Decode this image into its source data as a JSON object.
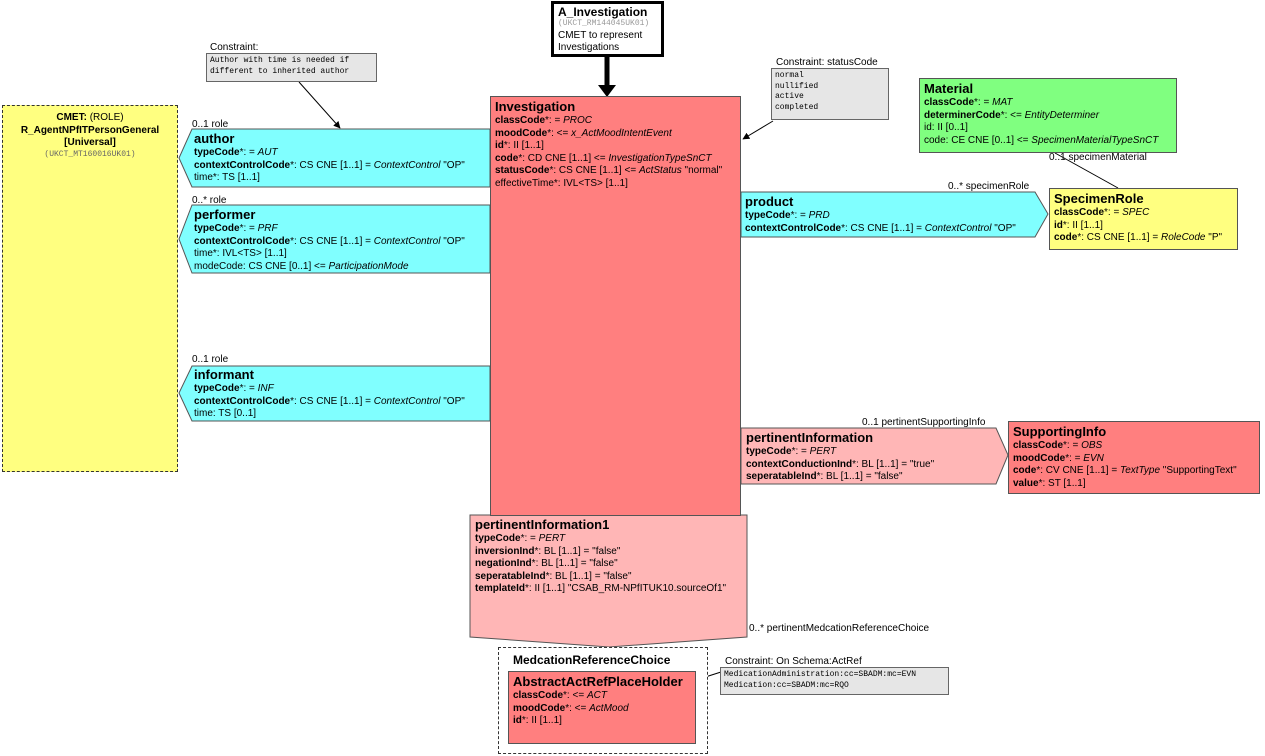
{
  "entry": {
    "name": "A_Investigation",
    "id": "(UKCT_RM144045UK01)",
    "desc1": "CMET to represent",
    "desc2": "Investigations"
  },
  "cmet": {
    "line1_bold": "CMET:",
    "line1_rest": " (ROLE)",
    "line2": "R_AgentNPfITPersonGeneral",
    "line3": "[Universal]",
    "id": "(UKCT_MT160016UK01)"
  },
  "constraint_author": {
    "label": "Constraint:",
    "lines": [
      "Author with time is needed if",
      "different to inherited author"
    ]
  },
  "constraint_status": {
    "label": "Constraint: statusCode",
    "lines": [
      "normal",
      "nullified",
      "active",
      "completed"
    ]
  },
  "constraint_actref": {
    "label": "Constraint: On Schema:ActRef",
    "lines": [
      "MedicationAdministration:cc=SBADM:mc=EVN",
      "Medication:cc=SBADM:mc=RQO"
    ]
  },
  "investigation": {
    "title": "Investigation",
    "attrs": [
      {
        "name": "classCode",
        "rest": "*: = ",
        "val": "PROC"
      },
      {
        "name": "moodCode",
        "rest": "*: <= ",
        "val": "x_ActMoodIntentEvent"
      },
      {
        "name": "id",
        "rest": "*: II [1..1]",
        "val": ""
      },
      {
        "name": "code",
        "rest": "*: CD CNE [1..1] <= ",
        "val": "InvestigationTypeSnCT"
      },
      {
        "name": "statusCode",
        "rest": "*: CS CNE [1..1] <= ",
        "val": "ActStatus",
        "tail": " \"normal\""
      },
      {
        "name": "",
        "rest": "effectiveTime*: IVL<TS> [1..1]",
        "val": ""
      }
    ]
  },
  "author": {
    "title": "author",
    "card": "0..1 role",
    "attrs": [
      {
        "name": "typeCode",
        "rest": "*: = ",
        "val": "AUT"
      },
      {
        "name": "contextControlCode",
        "rest": "*: CS CNE [1..1] = ",
        "val": "ContextControl",
        "tail": " \"OP\""
      },
      {
        "name": "",
        "rest": "time*: TS [1..1]",
        "val": ""
      }
    ]
  },
  "performer": {
    "title": "performer",
    "card": "0..* role",
    "attrs": [
      {
        "name": "typeCode",
        "rest": "*: = ",
        "val": "PRF"
      },
      {
        "name": "contextControlCode",
        "rest": "*: CS CNE [1..1] = ",
        "val": "ContextControl",
        "tail": " \"OP\""
      },
      {
        "name": "",
        "rest": "time*: IVL<TS> [1..1]",
        "val": ""
      },
      {
        "name": "",
        "rest": "modeCode: CS CNE [0..1] <= ",
        "val": "ParticipationMode"
      }
    ]
  },
  "informant": {
    "title": "informant",
    "card": "0..1 role",
    "attrs": [
      {
        "name": "typeCode",
        "rest": "*: = ",
        "val": "INF"
      },
      {
        "name": "contextControlCode",
        "rest": "*: CS CNE [1..1] = ",
        "val": "ContextControl",
        "tail": " \"OP\""
      },
      {
        "name": "",
        "rest": "time: TS [0..1]",
        "val": ""
      }
    ]
  },
  "product": {
    "title": "product",
    "card": "0..* specimenRole",
    "attrs": [
      {
        "name": "typeCode",
        "rest": "*: = ",
        "val": "PRD"
      },
      {
        "name": "contextControlCode",
        "rest": "*: CS CNE [1..1] = ",
        "val": "ContextControl",
        "tail": " \"OP\""
      }
    ]
  },
  "specimenRole": {
    "title": "SpecimenRole",
    "attrs": [
      {
        "name": "classCode",
        "rest": "*: = ",
        "val": "SPEC"
      },
      {
        "name": "id",
        "rest": "*: II [1..1]",
        "val": ""
      },
      {
        "name": "code",
        "rest": "*: CS CNE [1..1] = ",
        "val": "RoleCode",
        "tail": " \"P\""
      }
    ]
  },
  "material": {
    "title": "Material",
    "card": "0..1 specimenMaterial",
    "attrs": [
      {
        "name": "classCode",
        "rest": "*: = ",
        "val": "MAT"
      },
      {
        "name": "determinerCode",
        "rest": "*: <= ",
        "val": "EntityDeterminer"
      },
      {
        "name": "",
        "rest": "id: II [0..1]",
        "val": ""
      },
      {
        "name": "",
        "rest": "code: CE CNE [0..1] <= ",
        "val": "SpecimenMaterialTypeSnCT"
      }
    ]
  },
  "pertinentInformation": {
    "title": "pertinentInformation",
    "card": "0..1 pertinentSupportingInfo",
    "attrs": [
      {
        "name": "typeCode",
        "rest": "*: = ",
        "val": "PERT"
      },
      {
        "name": "contextConductionInd",
        "rest": "*: BL [1..1] = \"true\"",
        "val": ""
      },
      {
        "name": "seperatableInd",
        "rest": "*: BL [1..1] = \"false\"",
        "val": ""
      }
    ]
  },
  "supportingInfo": {
    "title": "SupportingInfo",
    "attrs": [
      {
        "name": "classCode",
        "rest": "*: = ",
        "val": "OBS"
      },
      {
        "name": "moodCode",
        "rest": "*: = ",
        "val": "EVN"
      },
      {
        "name": "code",
        "rest": "*: CV CNE [1..1] = ",
        "val": "TextType",
        "tail": " \"SupportingText\""
      },
      {
        "name": "value",
        "rest": "*: ST [1..1]",
        "val": ""
      }
    ]
  },
  "pertinentInformation1": {
    "title": "pertinentInformation1",
    "card": "0..* pertinentMedcationReferenceChoice",
    "attrs": [
      {
        "name": "typeCode",
        "rest": "*: = ",
        "val": "PERT"
      },
      {
        "name": "inversionInd",
        "rest": "*: BL [1..1] = \"false\"",
        "val": ""
      },
      {
        "name": "negationInd",
        "rest": "*: BL [1..1] = \"false\"",
        "val": ""
      },
      {
        "name": "seperatableInd",
        "rest": "*: BL [1..1] = \"false\"",
        "val": ""
      },
      {
        "name": "templateId",
        "rest": "*: II [1..1] \"CSAB_RM-NPfITUK10.sourceOf1\"",
        "val": ""
      }
    ]
  },
  "choice": {
    "title": "MedcationReferenceChoice"
  },
  "placeholder": {
    "title": "AbstractActRefPlaceHolder",
    "attrs": [
      {
        "name": "classCode",
        "rest": "*: <= ",
        "val": "ACT"
      },
      {
        "name": "moodCode",
        "rest": "*: <= ",
        "val": "ActMood"
      },
      {
        "name": "id",
        "rest": "*: II [1..1]",
        "val": ""
      }
    ]
  },
  "colors": {
    "act": "#ff7f7f",
    "actRelationship": "#ffb6b6",
    "participation": "#80ffff",
    "role": "#ffff80",
    "entity": "#80ff80",
    "note": "#e6e6e6"
  }
}
